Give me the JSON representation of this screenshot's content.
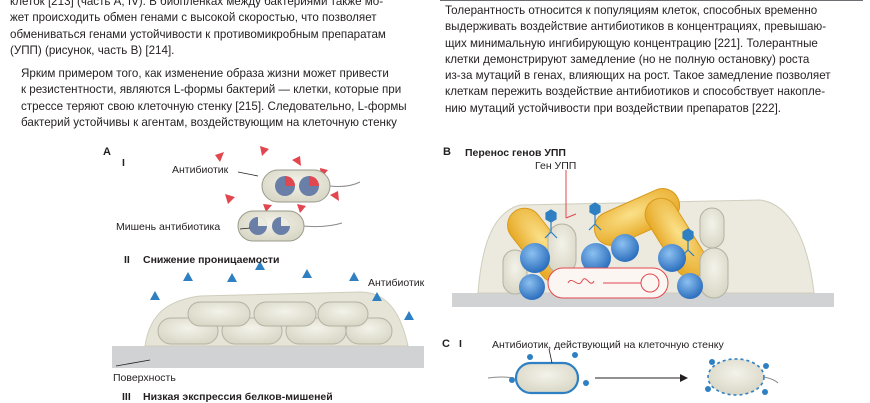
{
  "text_left": {
    "para1": [
      "клеток [213] (часть А, IV). В биопленках между бактериями также мо-",
      "жет происходить обмен генами с высокой скоростью, что позволяет",
      "обмениваться генами устойчивости к противомикробным препаратам",
      "(УПП) (рисунок, часть В) [214]."
    ],
    "para2": [
      "Ярким примером того, как изменение образа жизни может привести",
      "к резистентности, являются L-формы бактерий — клетки, которые при",
      "стрессе теряют свою клеточную стенку [215]. Следовательно, L-формы",
      "бактерий устойчивы к агентам, воздействующим на клеточную стенку"
    ]
  },
  "text_right": {
    "para1": [
      "Толерантность относится к популяциям клеток, способных временно",
      "выдерживать воздействие антибиотиков в концентрациях, превышаю-",
      "щих минимальную ингибирующую концентрацию [221]. Толерантные",
      "клетки демонстрируют замедление (но не полную остановку) роста",
      "из-за мутаций в генах, влияющих на рост. Такое замедление позволяет",
      "клеткам пережить воздействие антибиотиков и способствует накопле-",
      "нию мутаций устойчивости при воздействии препаратов [222]."
    ]
  },
  "figure": {
    "panel_a": {
      "letter": "A",
      "sub_i": "I",
      "antibiotic_label": "Антибиотик",
      "target_label": "Мишень антибиотика",
      "sub_ii_num": "II",
      "sub_ii_title": "Снижение проницаемости",
      "antibiotic_label_2": "Антибиотик",
      "surface_label": "Поверхность",
      "sub_iii_num": "III",
      "sub_iii_title": "Низкая экспрессия белков-мишеней"
    },
    "panel_b": {
      "letter": "B",
      "title": "Перенос генов УПП",
      "gene_label": "Ген УПП"
    },
    "panel_c": {
      "letter": "C",
      "sub_i": "I",
      "antibiotic_label": "Антибиотик, действующий на клеточную стенку"
    }
  },
  "colors": {
    "red_antibiotic": "#e2474f",
    "blue_antibiotic": "#2f80c2",
    "cell_fill": "#ecebe0",
    "matrix_fill": "#e6e4d6",
    "yellow_cell": "#f3c54a",
    "blue_cell": "#4b8fd6",
    "surface": "#d0d2d3"
  }
}
